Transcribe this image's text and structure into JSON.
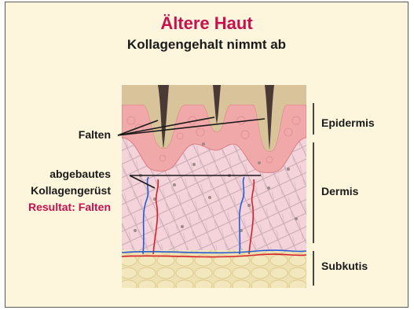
{
  "title": "Ältere Haut",
  "subtitle": "Kollagengehalt nimmt ab",
  "labels": {
    "falten": "Falten",
    "abgebautes": "abgebautes",
    "kollagengeruest": "Kollagengerüst",
    "resultat": "Resultat: Falten"
  },
  "layers": {
    "epidermis": "Epidermis",
    "dermis": "Dermis",
    "subkutis": "Subkutis"
  },
  "colors": {
    "title": "#c8104f",
    "background": "#fdf6dc",
    "epidermis": "#f0a8a8",
    "dermis": "#f4d3da",
    "subkutis": "#efe2b2",
    "vein": "#2a5bd6",
    "artery": "#d8202a"
  }
}
